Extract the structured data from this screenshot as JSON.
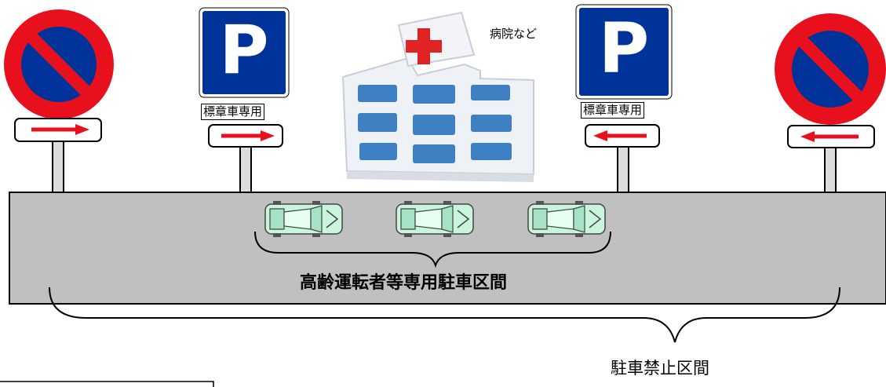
{
  "hospital_label": "病院など",
  "sign_caption_left": "標章車専用",
  "sign_caption_right": "標章車専用",
  "senior_section_label": "高齢運転者等専用駐車区間",
  "no_parking_section_label": "駐車禁止区間",
  "colors": {
    "road": "#c0c0c0",
    "sign_blue": "#003399",
    "sign_red": "#e8101c",
    "car_body": "#c8f5dc",
    "building_window": "#3f80c2",
    "cross": "#e02424"
  }
}
